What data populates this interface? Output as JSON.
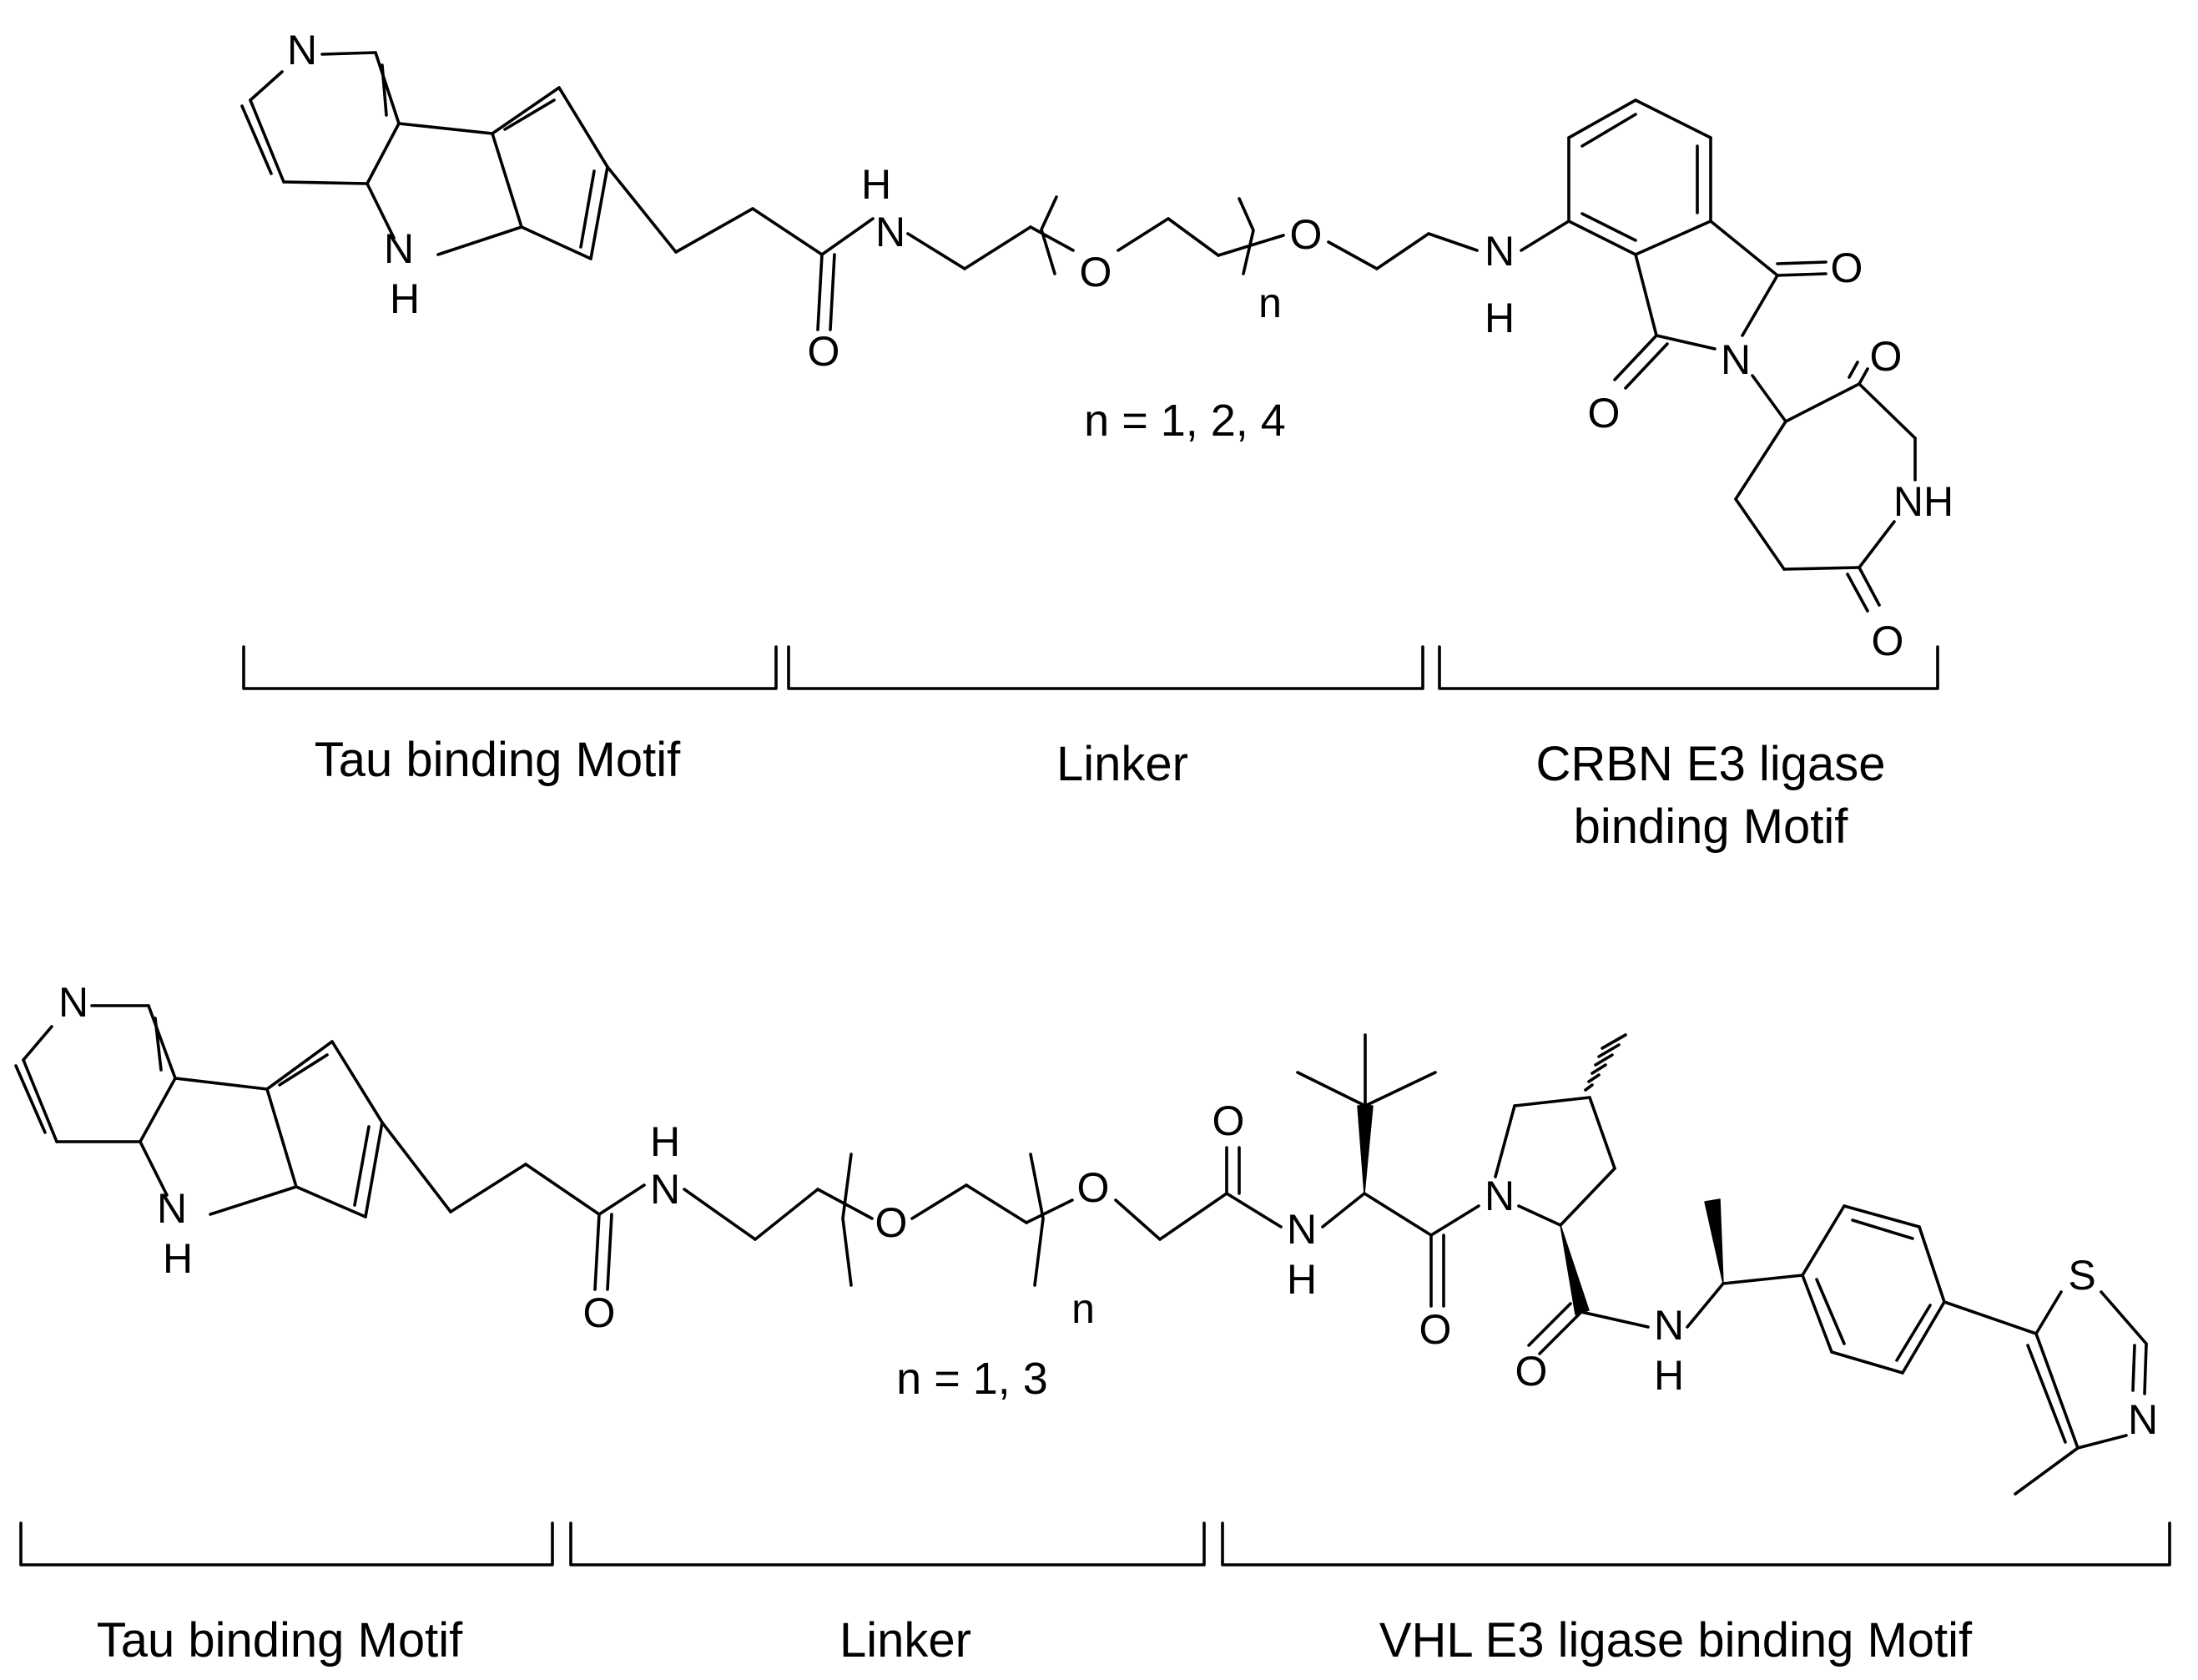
{
  "scheme1": {
    "atoms": {
      "pyridine_n": "N",
      "indole_nh_n": "N",
      "indole_nh_h": "H",
      "amide_nh_n": "N",
      "amide_nh_h": "H",
      "amide_o": "O",
      "peg_o1": "O",
      "repeat_n": "n",
      "peg_o2": "O",
      "aryl_nh_n": "N",
      "aryl_nh_h": "H",
      "imide_o_top": "O",
      "imide_n": "N",
      "imide_o_bottom": "O",
      "glutarimide_o_top": "O",
      "glutarimide_nh": "NH",
      "glutarimide_o_bottom": "O"
    },
    "n_values": "n = 1, 2, 4",
    "labels": [
      "Tau binding Motif",
      "Linker",
      "CRBN E3 ligase",
      "binding Motif"
    ]
  },
  "scheme2": {
    "atoms": {
      "pyridine_n": "N",
      "indole_nh_n": "N",
      "indole_nh_h": "H",
      "amide_nh_n": "N",
      "amide_nh_h": "H",
      "amide_o": "O",
      "peg_o1": "O",
      "repeat_n": "n",
      "peg_o2": "O",
      "glycolamide_o": "O",
      "tle_nh_n": "N",
      "tle_nh_h": "H",
      "tle_co_o": "O",
      "pyrrolidine_n": "N",
      "carboxamide_o": "O",
      "benzyl_nh_n": "N",
      "benzyl_nh_h": "H",
      "thiazole_s": "S",
      "thiazole_n": "N"
    },
    "n_values": "n = 1, 3",
    "labels": [
      "Tau binding Motif",
      "Linker",
      "VHL E3 ligase binding Motif"
    ]
  }
}
